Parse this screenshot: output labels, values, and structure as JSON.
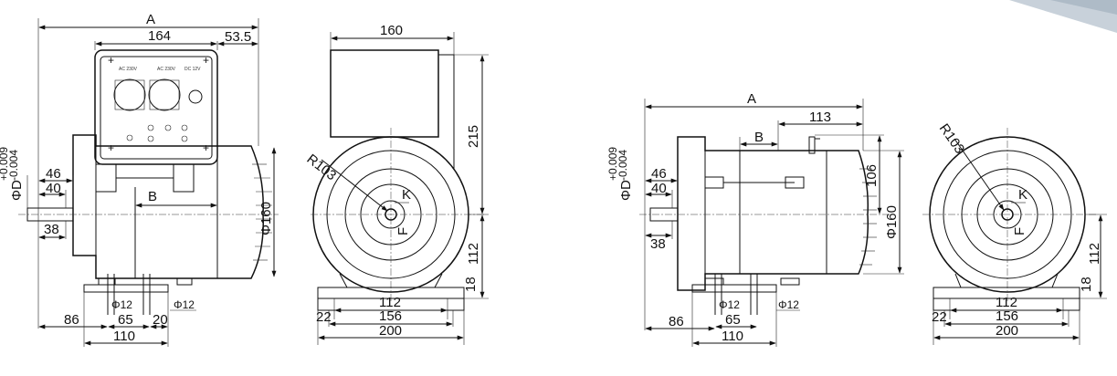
{
  "views": {
    "left_side": {
      "dims": {
        "A": "A",
        "d164": "164",
        "d53_5": "53.5",
        "phiD": "ΦD",
        "tol_up": "+0.009",
        "tol_dn": "-0.004",
        "d46": "46",
        "d40": "40",
        "d38": "38",
        "B": "B",
        "d160": "Φ160",
        "d86": "86",
        "d65": "65",
        "d20": "20",
        "d110": "110",
        "phi12a": "Φ12",
        "phi12b": "Φ12"
      },
      "panel_labels": {
        "a": "AC 230V",
        "b": "AC 230V",
        "c": "DC 12V"
      }
    },
    "left_end": {
      "dims": {
        "d160": "160",
        "d215": "215",
        "R": "R103",
        "K": "K",
        "F": "F",
        "d112v": "112",
        "d18": "18",
        "d22": "22",
        "d112": "112",
        "d156": "156",
        "d200": "200"
      }
    },
    "right_side": {
      "dims": {
        "A": "A",
        "d113": "113",
        "B": "B",
        "d106": "106",
        "phiD": "ΦD",
        "tol_up": "+0.009",
        "tol_dn": "-0.004",
        "d46": "46",
        "d40": "40",
        "d38": "38",
        "d160": "Φ160",
        "d86": "86",
        "d65": "65",
        "d110": "110",
        "phi12a": "Φ12",
        "phi12b": "Φ12"
      }
    },
    "right_end": {
      "dims": {
        "R": "R103",
        "K": "K",
        "F": "F",
        "d112v": "112",
        "d18": "18",
        "d22": "22",
        "d112": "112",
        "d156": "156",
        "d200": "200"
      }
    }
  },
  "colors": {
    "line": "#111111",
    "accent": "#c8d1da"
  }
}
